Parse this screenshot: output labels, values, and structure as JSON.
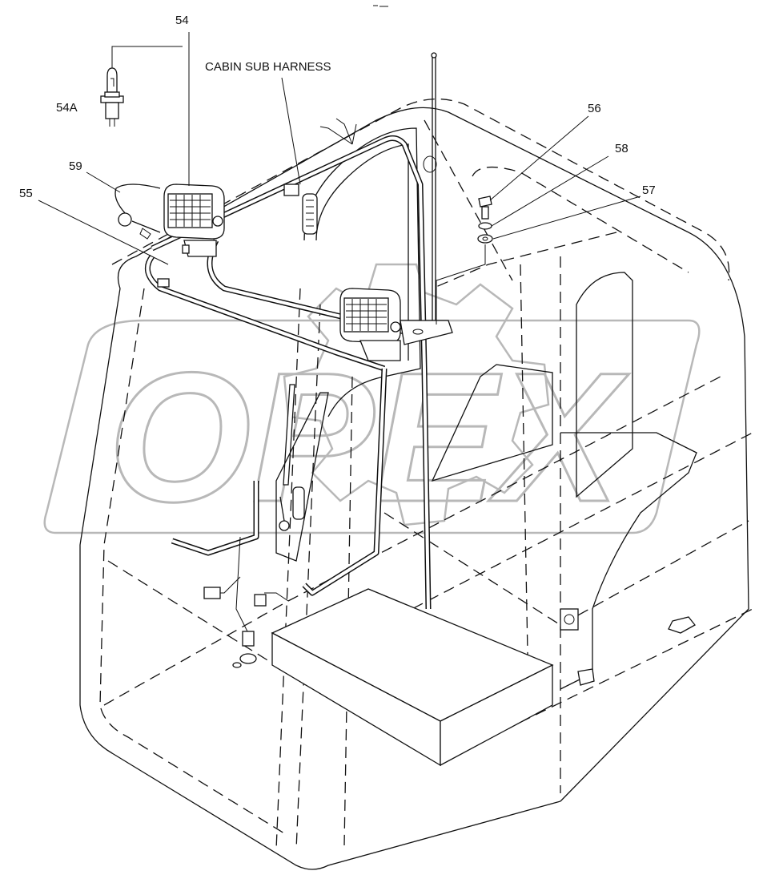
{
  "labels": {
    "part_54": "54",
    "part_54a": "54A",
    "part_55": "55",
    "part_56": "56",
    "part_57": "57",
    "part_58": "58",
    "part_59": "59",
    "cabin_sub_harness": "CABIN SUB HARNESS"
  },
  "watermark": {
    "text": "OPEX",
    "color": "#b8b8b8"
  },
  "colors": {
    "line": "#111111",
    "background": "#ffffff"
  }
}
